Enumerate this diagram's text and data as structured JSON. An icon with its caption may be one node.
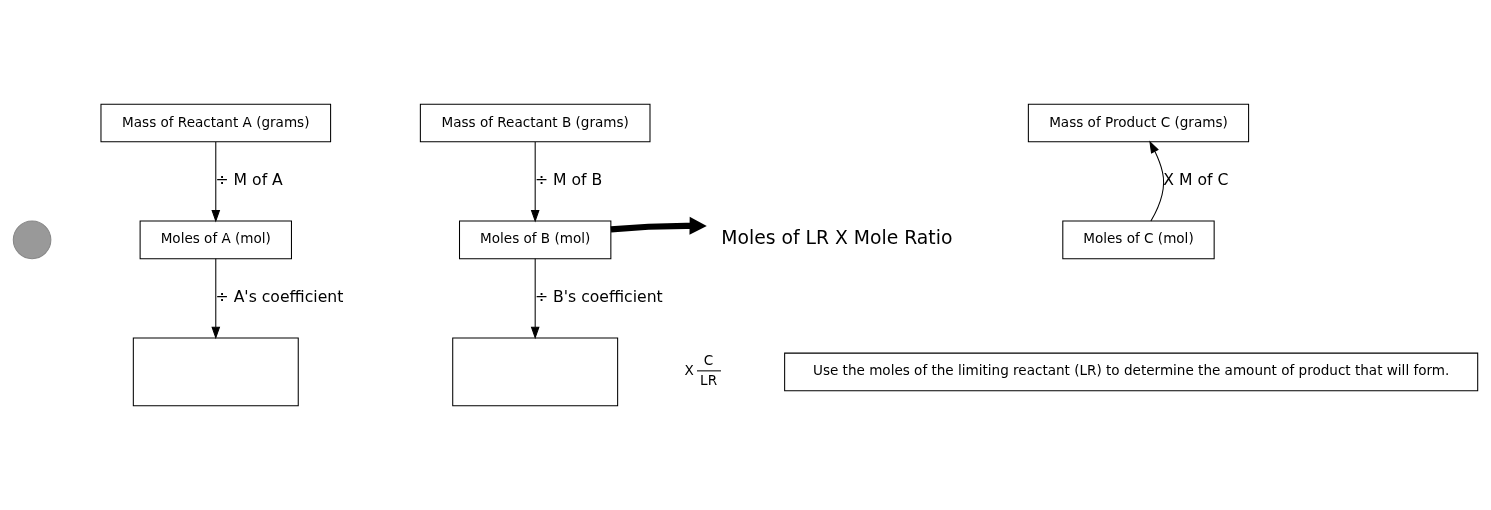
{
  "diagram": {
    "nodes": [
      {
        "text": [
          "Mass of Reactant A (grams)"
        ]
      },
      {
        "text": [
          "Moles of A (mol)"
        ]
      },
      {
        "text": [],
        "shape": "box"
      },
      {
        "text": [
          "Mass of Reactant B (grams)"
        ]
      },
      {
        "text": [
          "Moles of B (mol)"
        ]
      },
      {
        "text": [],
        "shape": "box"
      },
      {
        "text": [
          "Moles of LR X Mole Ratio"
        ]
      },
      {
        "text": [
          "Mass of Product C (grams)"
        ]
      },
      {
        "text": [
          "Moles of C (mol)"
        ]
      },
      {
        "text": [
          "Use the moles of the limiting reactant (LR) to determine the amount of product that will form."
        ]
      },
      {
        "text": [],
        "shape": "circle"
      }
    ],
    "edges": [
      {
        "from": 0,
        "to": 1,
        "arrow": "to",
        "label": "÷ M of A"
      },
      {
        "from": 1,
        "to": 2,
        "arrow": "to",
        "label": "÷ A's coefficient"
      },
      {
        "from": 3,
        "to": 4,
        "arrow": "to",
        "label": "÷ M of B"
      },
      {
        "from": 4,
        "to": 5,
        "arrow": "to",
        "label": "÷ B's coefficient"
      },
      {
        "from": 4,
        "to": 6,
        "arrow": "to",
        "style": "thick"
      },
      {
        "from": 8,
        "to": 7,
        "arrow": "to",
        "label": "X M of C"
      }
    ],
    "labels": [
      "X",
      "C",
      "LR"
    ]
  }
}
